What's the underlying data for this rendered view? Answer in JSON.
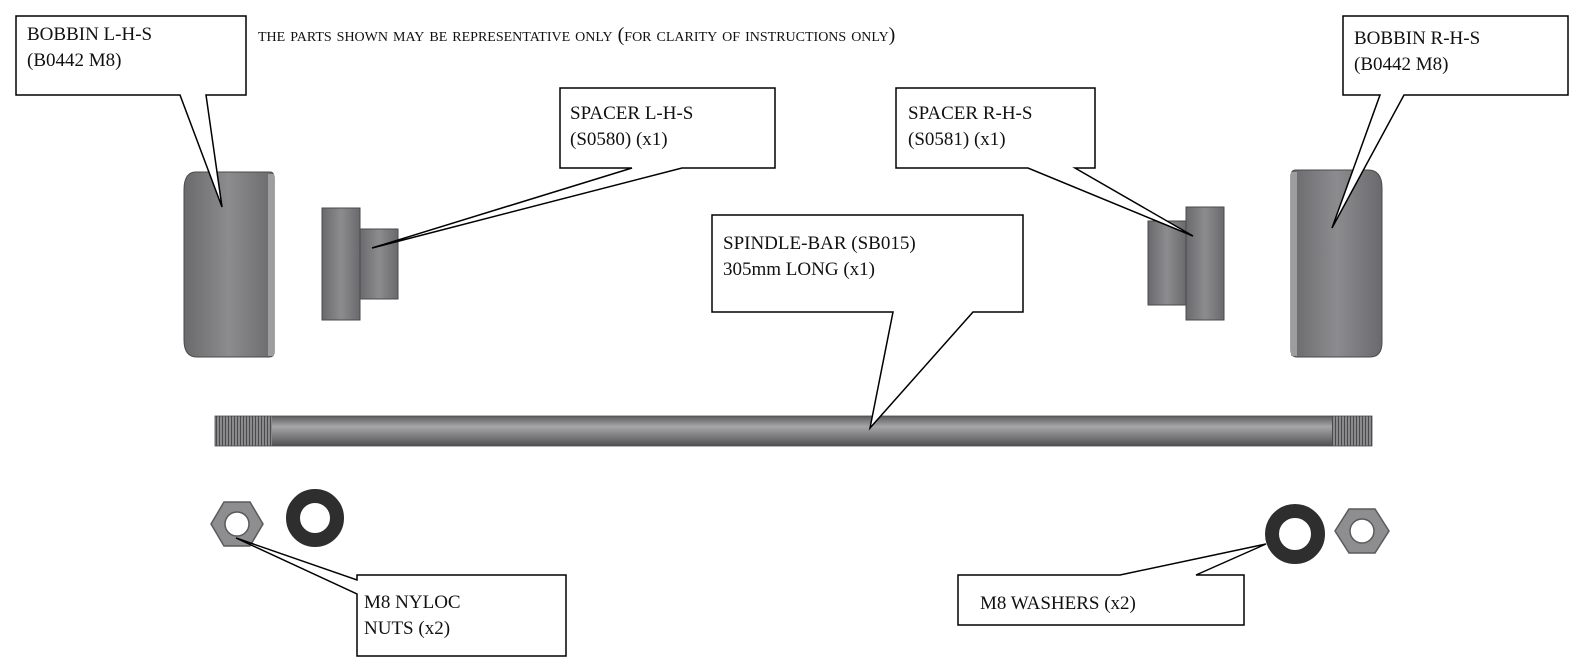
{
  "diagram": {
    "title": "THE PARTS SHOWN MAY BE REPRESENTATIVE ONLY (FOR CLARITY OF INSTRUCTIONS ONLY)",
    "callouts": {
      "bobbin_left": {
        "line1": "BOBBIN L-H-S",
        "line2": "(B0442 M8)"
      },
      "bobbin_right": {
        "line1": "BOBBIN R-H-S",
        "line2": "(B0442 M8)"
      },
      "spacer_left": {
        "line1": "SPACER L-H-S",
        "line2": "(S0580) (x1)"
      },
      "spacer_right": {
        "line1": "SPACER R-H-S",
        "line2": "(S0581) (x1)"
      },
      "spindle_bar": {
        "line1": "SPINDLE-BAR (SB015)",
        "line2": "305mm LONG (x1)"
      },
      "nyloc_nuts": {
        "line1": "M8 NYLOC",
        "line2": "NUTS (x2)"
      },
      "washers": {
        "line1": "M8 WASHERS (x2)"
      }
    },
    "colors": {
      "part_fill": "#7d7d80",
      "part_light": "#a3a3a6",
      "part_dark": "#5b5b5e",
      "washer": "#2e2e2e",
      "outline": "#000000"
    }
  }
}
